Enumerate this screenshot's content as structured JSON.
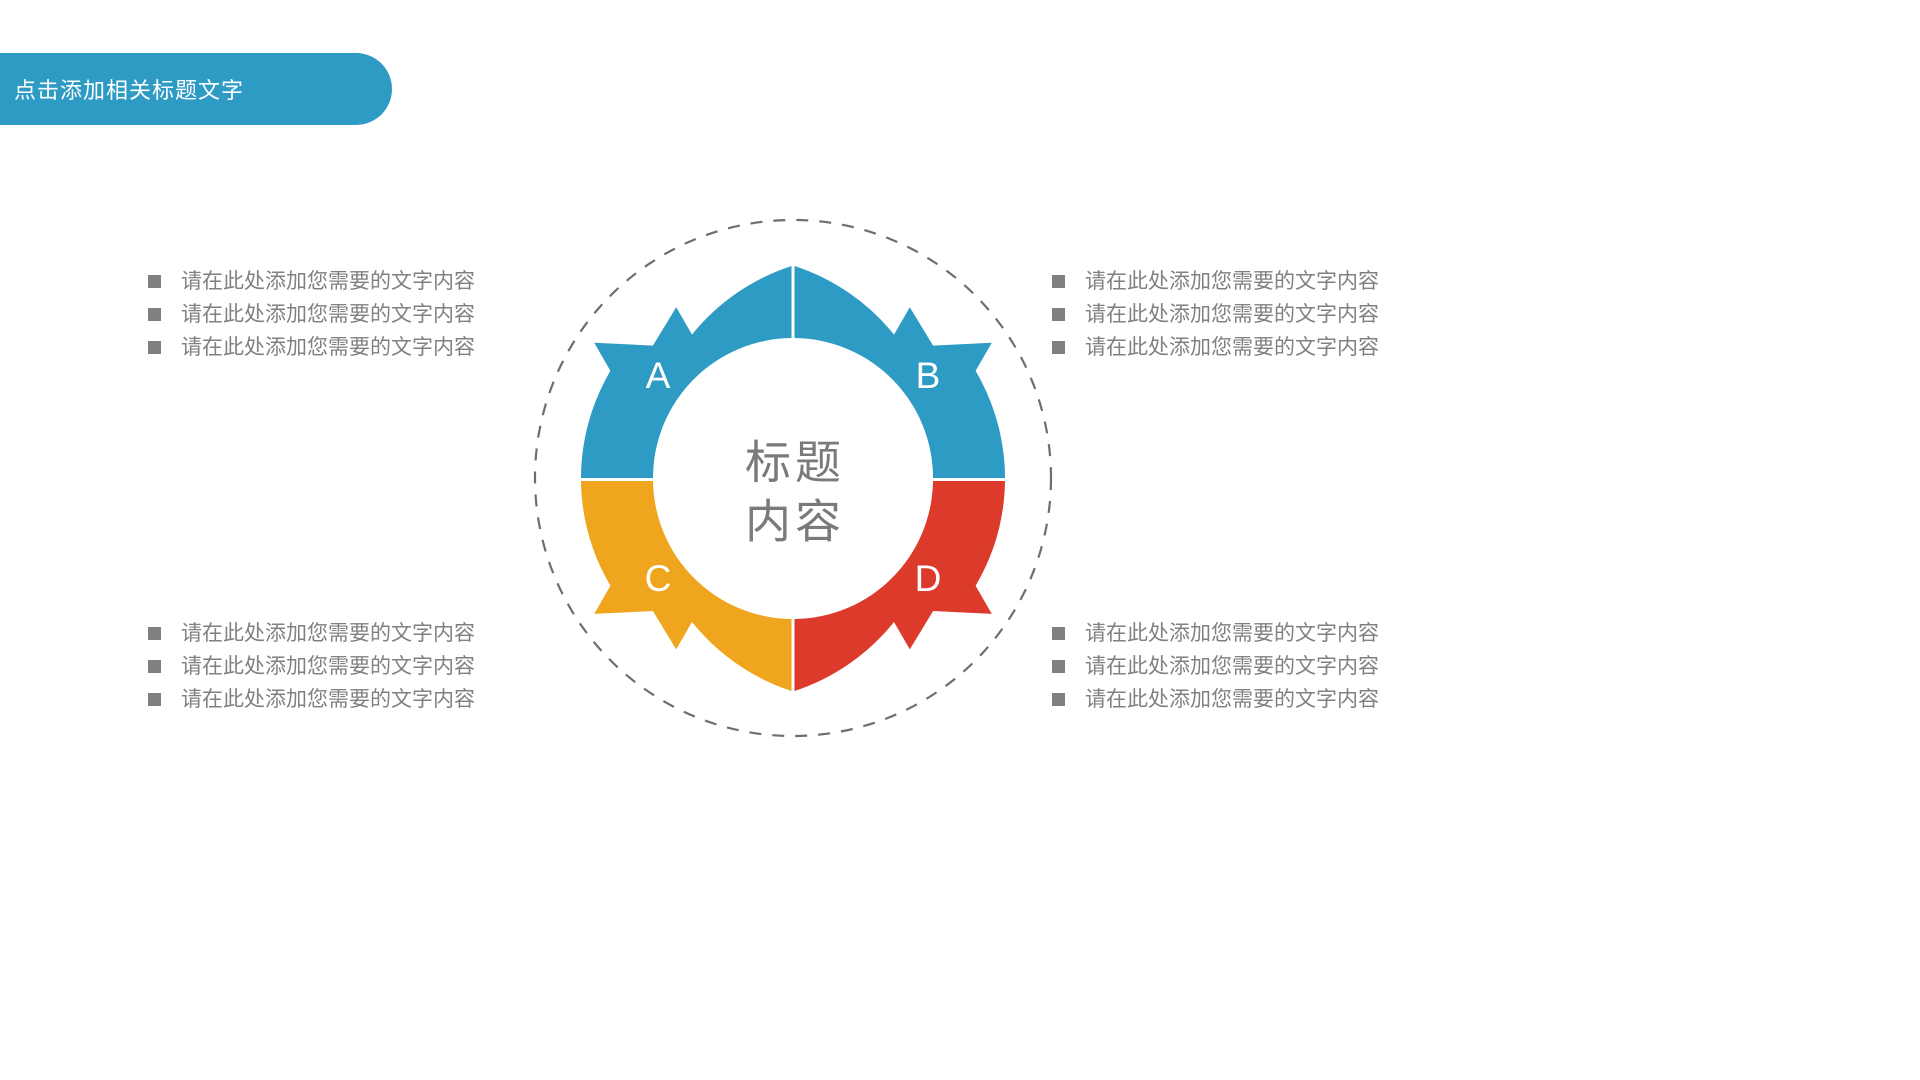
{
  "header": {
    "title": "点击添加相关标题文字",
    "background_color": "#2E9BC4",
    "text_color": "#FFFFFF"
  },
  "diagram": {
    "center_title_line1": "标题",
    "center_title_line2": "内容",
    "center_text_color": "#7A7A7A",
    "dashed_ring_color": "#6E6E6E",
    "segments": [
      {
        "id": "A",
        "label": "A",
        "color": "#2E9BC4",
        "position": "top-left"
      },
      {
        "id": "B",
        "label": "B",
        "color": "#2E9BC4",
        "position": "top-right"
      },
      {
        "id": "C",
        "label": "C",
        "color": "#EFA61E",
        "position": "bottom-left"
      },
      {
        "id": "D",
        "label": "D",
        "color": "#DC3A2B",
        "position": "bottom-right"
      }
    ]
  },
  "text_blocks": {
    "top_left": {
      "bullet_color": "#808080",
      "text_color": "#808080",
      "items": [
        "请在此处添加您需要的文字内容",
        "请在此处添加您需要的文字内容",
        "请在此处添加您需要的文字内容"
      ]
    },
    "top_right": {
      "bullet_color": "#808080",
      "text_color": "#808080",
      "items": [
        "请在此处添加您需要的文字内容",
        "请在此处添加您需要的文字内容",
        "请在此处添加您需要的文字内容"
      ]
    },
    "bottom_left": {
      "bullet_color": "#808080",
      "text_color": "#808080",
      "items": [
        "请在此处添加您需要的文字内容",
        "请在此处添加您需要的文字内容",
        "请在此处添加您需要的文字内容"
      ]
    },
    "bottom_right": {
      "bullet_color": "#808080",
      "text_color": "#808080",
      "items": [
        "请在此处添加您需要的文字内容",
        "请在此处添加您需要的文字内容",
        "请在此处添加您需要的文字内容"
      ]
    }
  },
  "chart_data": {
    "type": "pie",
    "title": "标题内容",
    "labels": [
      "A",
      "B",
      "C",
      "D"
    ],
    "values": [
      25,
      25,
      25,
      25
    ],
    "colors": [
      "#2E9BC4",
      "#2E9BC4",
      "#EFA61E",
      "#DC3A2B"
    ],
    "inner_radius": 140,
    "outer_radius": 212,
    "legend": "none",
    "grid": false
  }
}
